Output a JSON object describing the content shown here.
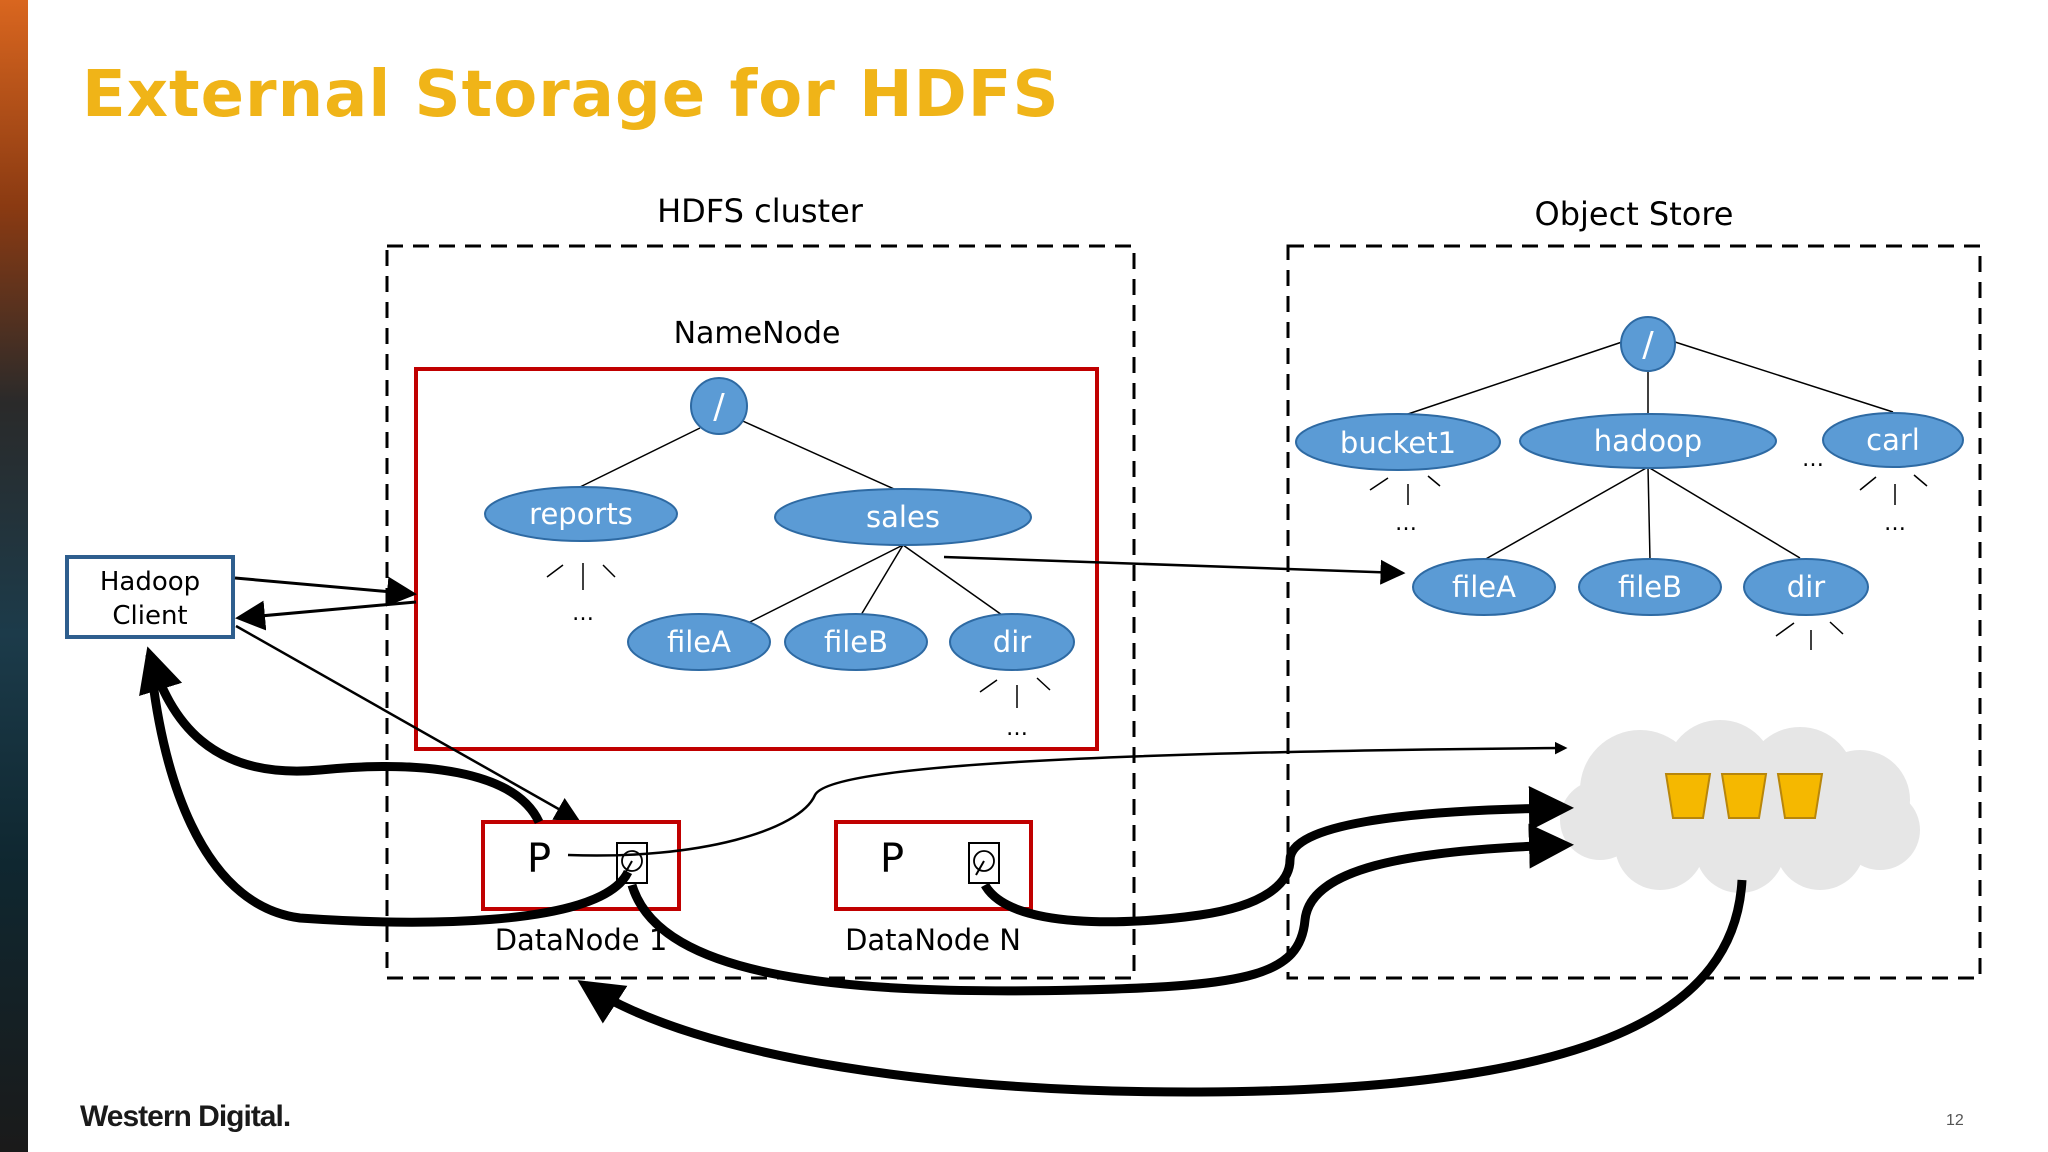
{
  "slide": {
    "title": "External Storage for HDFS",
    "logo": "Western Digital.",
    "page_number": "12"
  },
  "hdfs_cluster": {
    "label": "HDFS cluster",
    "namenode": {
      "label": "NameNode",
      "root": "/",
      "reports": "reports",
      "sales": "sales",
      "fileA": "fileA",
      "fileB": "fileB",
      "dir": "dir",
      "ellipsis": "…"
    },
    "datanode1": {
      "label": "DataNode 1",
      "p": "P"
    },
    "datanodeN": {
      "label": "DataNode N",
      "p": "P"
    }
  },
  "hadoop_client": {
    "line1": "Hadoop",
    "line2": "Client"
  },
  "object_store": {
    "label": "Object Store",
    "root": "/",
    "bucket1": "bucket1",
    "hadoop": "hadoop",
    "carl": "carl",
    "fileA": "fileA",
    "fileB": "fileB",
    "dir": "dir",
    "ellipsis": "…"
  },
  "colors": {
    "title": "#f0b418",
    "node_fill": "#5b9bd5",
    "namenode_border": "#c00000",
    "client_border": "#2e5e8e",
    "bucket": "#f5b800",
    "cloud": "#e6e6e6"
  }
}
